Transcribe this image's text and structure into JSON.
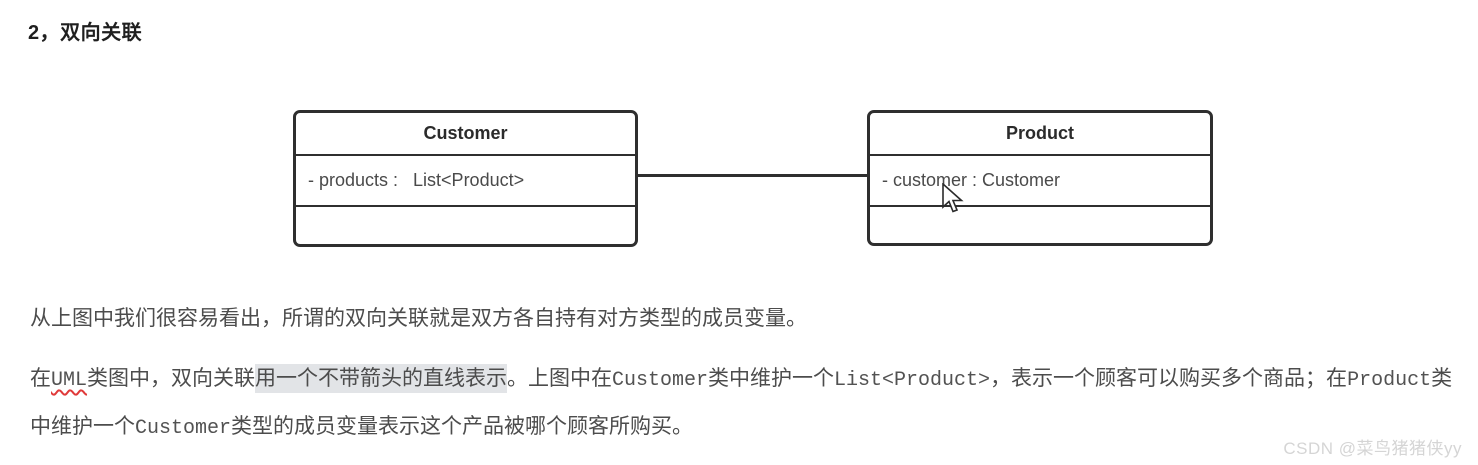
{
  "heading": "2，双向关联",
  "diagram": {
    "customer": {
      "title": "Customer",
      "attribute": "- products :   List<Product>"
    },
    "product": {
      "title": "Product",
      "attribute": "- customer : Customer"
    },
    "connector": "association-line-no-arrows",
    "cursor_icon": "arrow-pointer"
  },
  "paragraph1": "从上图中我们很容易看出，所谓的双向关联就是双方各自持有对方类型的成员变量。",
  "paragraph2_segments": [
    {
      "text": "在",
      "style": "normal"
    },
    {
      "text": "UML",
      "style": "code-spellcheck"
    },
    {
      "text": "类图中，双向关联",
      "style": "normal"
    },
    {
      "text": "用一个不带箭头的直线表示",
      "style": "highlight"
    },
    {
      "text": "。上图中在",
      "style": "normal"
    },
    {
      "text": "Customer",
      "style": "code"
    },
    {
      "text": "类中维护一个",
      "style": "normal"
    },
    {
      "text": "List<Product>",
      "style": "code"
    },
    {
      "text": "，表示一个顾客可以购买多个商品；在",
      "style": "normal"
    },
    {
      "text": "Product",
      "style": "code"
    },
    {
      "text": "类中维护一个",
      "style": "normal"
    },
    {
      "text": "Customer",
      "style": "code"
    },
    {
      "text": "类型的成员变量表示这个产品被哪个顾客所购买。",
      "style": "normal"
    }
  ],
  "watermark": "CSDN @菜鸟猪猪侠yy",
  "colors": {
    "box_border": "#2f2f2f",
    "body_text": "#4c4c4c",
    "heading_text": "#1f1f1f",
    "highlight_bg": "#e2e4e7",
    "spellcheck_underline": "#e03a3a",
    "watermark_text": "#d5d5d5"
  }
}
